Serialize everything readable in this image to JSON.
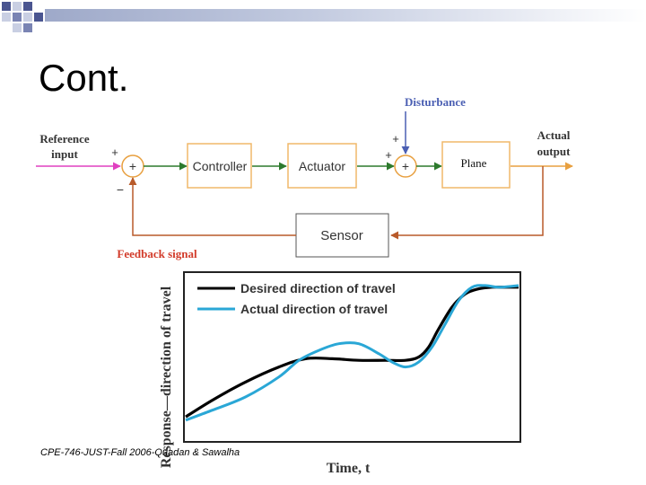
{
  "slide": {
    "title": "Cont.",
    "footer": "CPE-746-JUST-Fall 2006-Quadan & Sawalha"
  },
  "block_diagram": {
    "reference_input": [
      "Reference",
      "input"
    ],
    "disturbance": "Disturbance",
    "actual_output": [
      "Actual",
      "output"
    ],
    "controller": "Controller",
    "actuator": "Actuator",
    "plant": "Plane",
    "sensor": "Sensor",
    "feedback_signal": "Feedback signal",
    "sum1_sign_top": "+",
    "sum1_sign_bottom": "−",
    "sum2_sign_top": "+",
    "sum2_sign_left": "+",
    "sum_symbol": "+"
  },
  "chart_data": {
    "type": "line",
    "xlabel": "Time, t",
    "ylabel": "Response—direction of travel",
    "legend_position": "top-left",
    "grid": false,
    "xlim": [
      0,
      100
    ],
    "ylim": [
      0,
      100
    ],
    "series": [
      {
        "name": "Desired direction of travel",
        "color": "#000000",
        "x": [
          0,
          8,
          18,
          28,
          36,
          44,
          52,
          60,
          66,
          70,
          73,
          76,
          80,
          84,
          88,
          92,
          96,
          100
        ],
        "y": [
          14,
          24,
          35,
          44,
          49,
          49,
          48,
          48,
          48,
          50,
          56,
          67,
          80,
          88,
          91,
          92,
          92,
          92
        ]
      },
      {
        "name": "Actual direction of travel",
        "color": "#2aa7d6",
        "x": [
          0,
          8,
          18,
          28,
          34,
          40,
          46,
          52,
          58,
          62,
          66,
          70,
          74,
          78,
          82,
          86,
          90,
          94,
          100
        ],
        "y": [
          12,
          18,
          26,
          38,
          48,
          54,
          58,
          58,
          52,
          47,
          44,
          47,
          56,
          70,
          84,
          92,
          93,
          92,
          93
        ]
      }
    ]
  },
  "colors": {
    "reference_arrow": "#e040c0",
    "disturbance_label": "#4b5fb3",
    "feedback_label": "#d23b2a",
    "block_border": "#f0b86a",
    "signal_line": "#2d7a2d",
    "output_line": "#e8a040",
    "feedback_line": "#b85a2a"
  }
}
